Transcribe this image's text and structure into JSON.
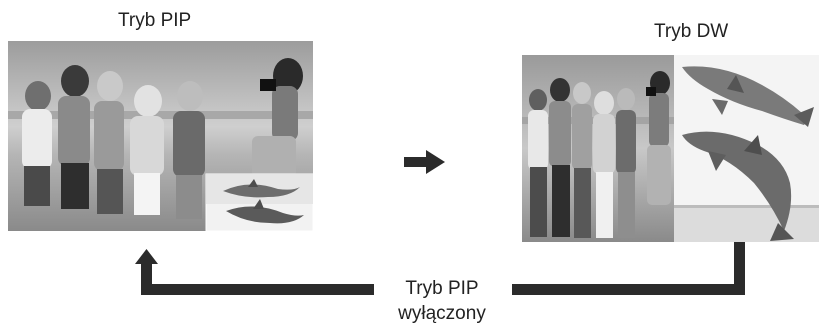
{
  "diagram": {
    "left_panel_title": "Tryb PIP",
    "right_panel_title": "Tryb DW",
    "return_label_line1": "Tryb PIP",
    "return_label_line2": "wyłączony"
  },
  "images": {
    "pip_main": "children-on-beach-photo",
    "pip_inset": "dolphins-photo",
    "dw_left": "children-on-beach-photo",
    "dw_right": "dolphins-photo"
  },
  "colors": {
    "arrow": "#2b2b2b",
    "text": "#222222"
  }
}
